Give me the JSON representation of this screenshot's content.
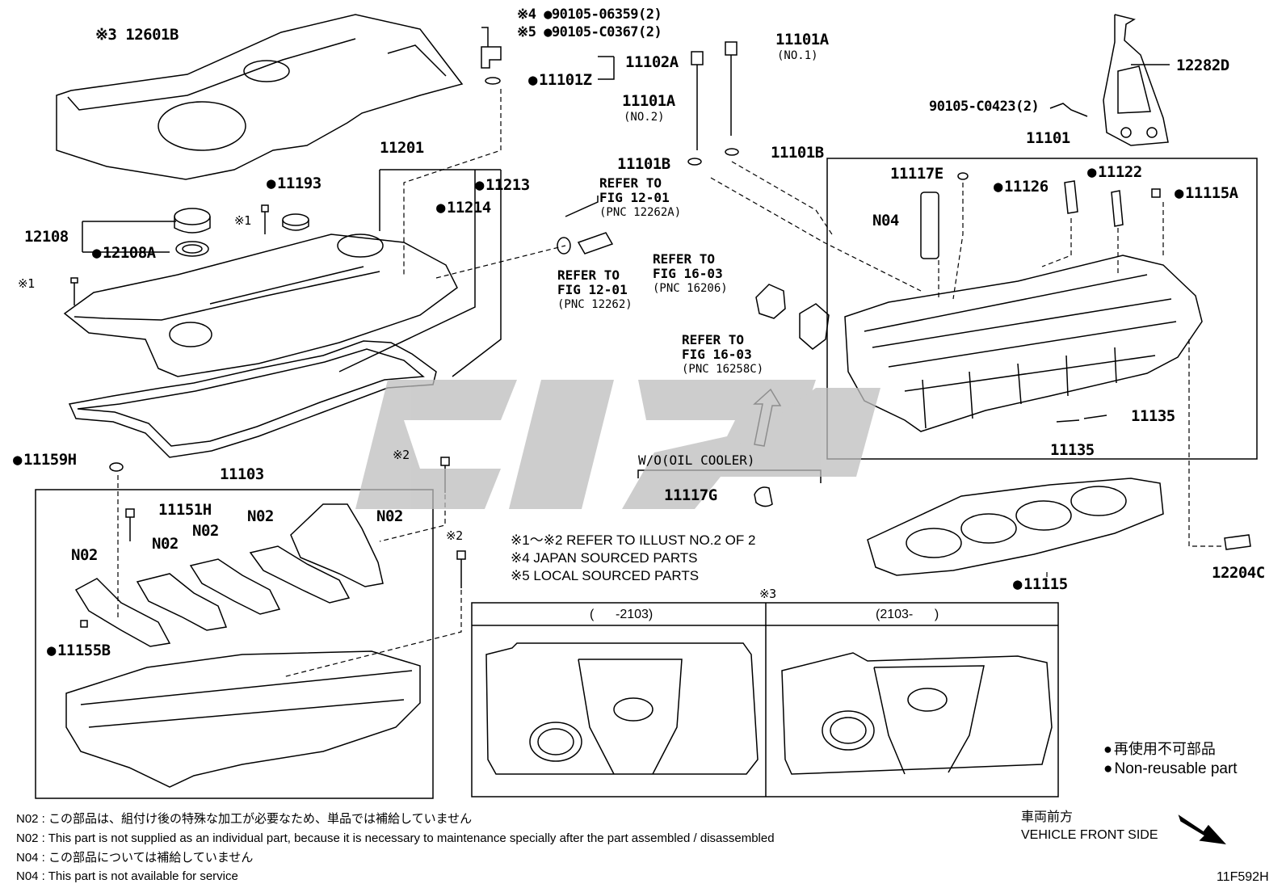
{
  "labels": {
    "l12601B": "※3 12601B",
    "l90105_06359": "※4 ●90105-06359(2)",
    "l90105_C0367": "※5 ●90105-C0367(2)",
    "l11102A": "11102A",
    "l11101Z": "11101Z",
    "l11101A_1": "11101A",
    "l11101A_1_sub": "(NO.1)",
    "l11101A_2": "11101A",
    "l11101A_2_sub": "(NO.2)",
    "l11101B_a": "11101B",
    "l11101B_b": "11101B",
    "l12282D": "12282D",
    "l90105_C0423": "90105-C0423(2)",
    "l11101": "11101",
    "l11201": "11201",
    "l11193": "11193",
    "l11213": "11213",
    "l11214": "11214",
    "l12108": "12108",
    "l12108A": "12108A",
    "l1_a": "※1",
    "l1_b": "※1",
    "l11117E": "11117E",
    "l11126": "11126",
    "l11122": "11122",
    "l11115A": "11115A",
    "lN04": "N04",
    "l11135_a": "11135",
    "l11135_b": "11135",
    "l11159H": "11159H",
    "l11103": "11103",
    "l2_a": "※2",
    "l2_b": "※2",
    "l11151H": "11151H",
    "lN02_a": "N02",
    "lN02_b": "N02",
    "lN02_c": "N02",
    "lN02_d": "N02",
    "lN02_e": "N02",
    "l11155B": "11155B",
    "l11117G": "11117G",
    "l11115": "11115",
    "l12204C": "12204C",
    "l3": "※3"
  },
  "refs": {
    "r1_line1": "REFER TO",
    "r1_line2": "FIG 12-01",
    "r1_line3": "(PNC 12262A)",
    "r2_line1": "REFER TO",
    "r2_line2": "FIG 12-01",
    "r2_line3": "(PNC 12262)",
    "r3_line1": "REFER TO",
    "r3_line2": "FIG 16-03",
    "r3_line3": "(PNC 16206)",
    "r4_line1": "REFER TO",
    "r4_line2": "FIG 16-03",
    "r4_line3": "(PNC 16258C)",
    "wo_oil_cooler": "W/O(OIL COOLER)"
  },
  "notes": {
    "n1": "※1～※2  REFER TO ILLUST NO.2 OF 2",
    "n2": "※4 JAPAN SOURCED PARTS",
    "n3": "※5 LOCAL SOURCED PARTS"
  },
  "inset": {
    "left_header": "(      -2103)",
    "right_header": "(2103-      )"
  },
  "legend": {
    "jp": "再使用不可部品",
    "en": "Non-reusable part"
  },
  "direction": {
    "jp": "車両前方",
    "en": "VEHICLE FRONT SIDE"
  },
  "footnotes": {
    "f1": "N02 : この部品は、組付け後の特殊な加工が必要なため、単品では補給していません",
    "f2": "N02 : This part is not supplied as an individual part, because it is necessary to maintenance specially after the part assembled / disassembled",
    "f3": "N04 : この部品については補給していません",
    "f4": "N04 : This part is not available for service"
  },
  "figure_id": "11F592H"
}
